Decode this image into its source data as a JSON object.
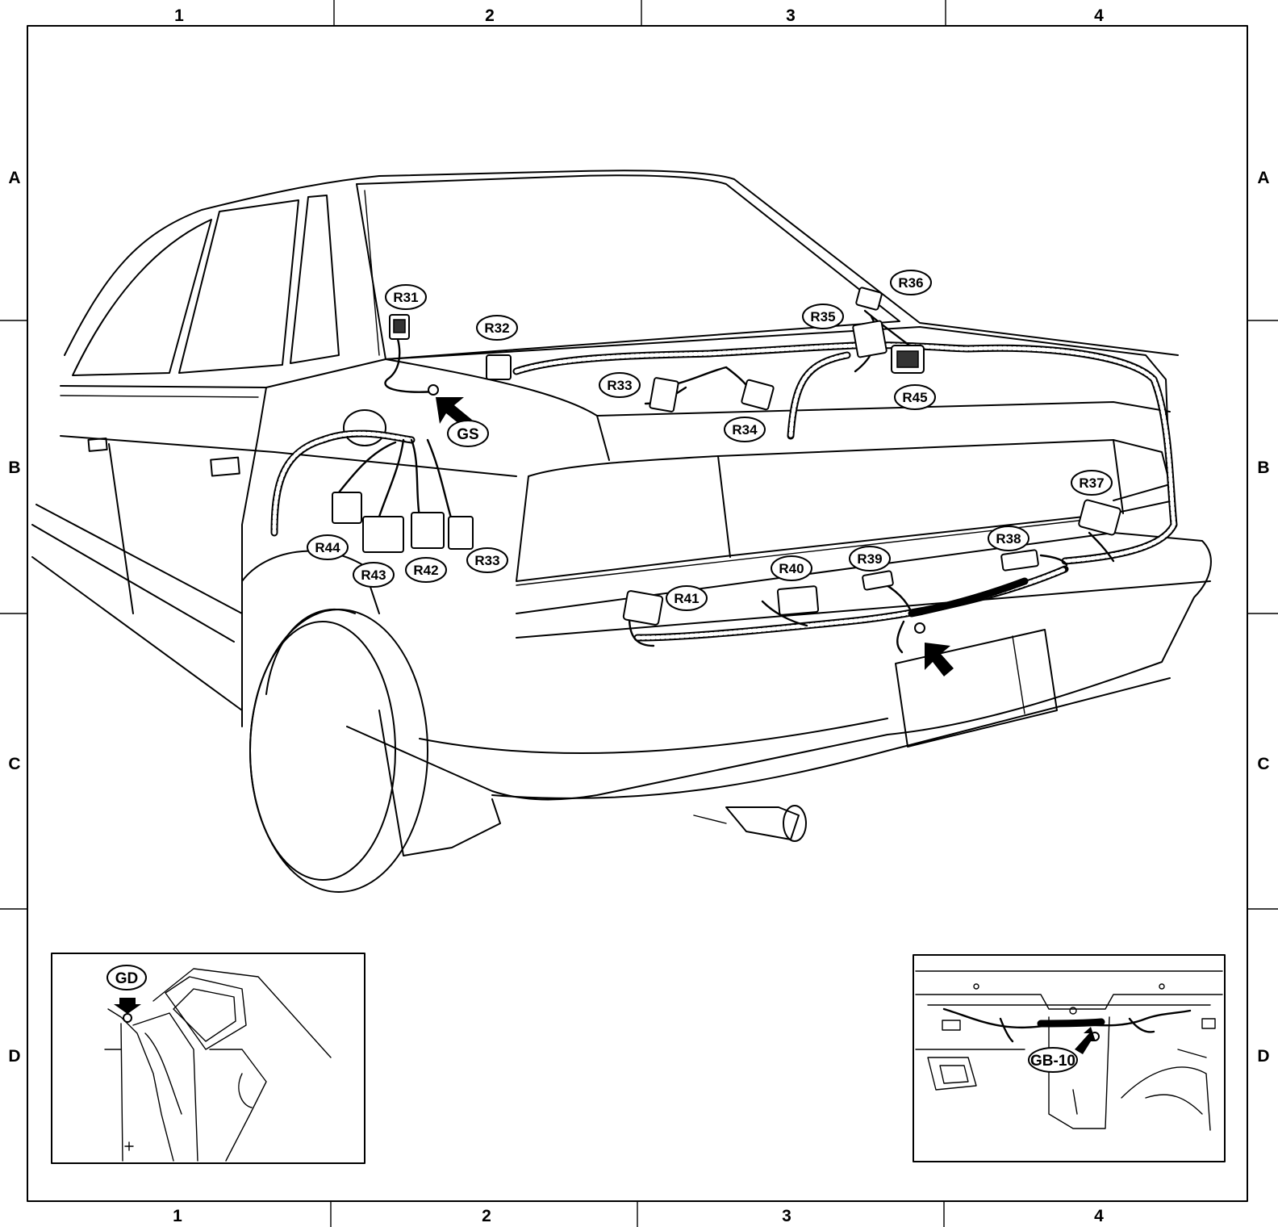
{
  "grid": {
    "columns": [
      "1",
      "2",
      "3",
      "4"
    ],
    "rows": [
      "A",
      "B",
      "C",
      "D"
    ]
  },
  "connectors": [
    {
      "id": "R31"
    },
    {
      "id": "R32"
    },
    {
      "id": "R33"
    },
    {
      "id": "R34"
    },
    {
      "id": "R35"
    },
    {
      "id": "R36"
    },
    {
      "id": "R45"
    },
    {
      "id": "R44"
    },
    {
      "id": "R43"
    },
    {
      "id": "R42"
    },
    {
      "id": "R33"
    },
    {
      "id": "R37"
    },
    {
      "id": "R38"
    },
    {
      "id": "R39"
    },
    {
      "id": "R40"
    },
    {
      "id": "R41"
    }
  ],
  "grounds": [
    {
      "id": "GS"
    },
    {
      "id": "GD"
    },
    {
      "id": "GB-10"
    }
  ]
}
